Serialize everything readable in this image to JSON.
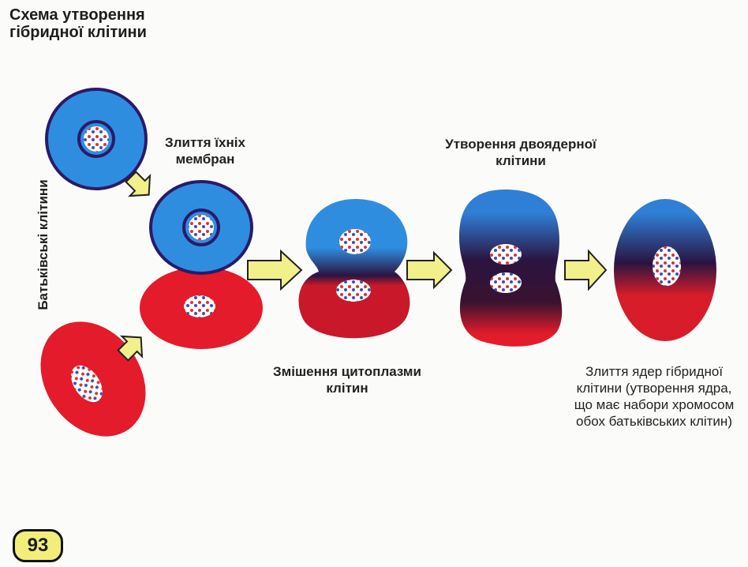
{
  "title": "Схема утворення гібридної клітини",
  "labels": {
    "parent_cells": "Батьківські клітини",
    "membrane_fusion": "Злиття їхніх мембран",
    "binuclear": "Утворення двоядерної клітини",
    "cytoplasm_mixing": "Змішення цитоплазми клітин",
    "nuclei_fusion": "Злиття ядер гібридної клітини (утворення ядра, що має набори хромосом обох батьківських клітин)"
  },
  "page_number": "93",
  "colors": {
    "blue": "#2f8de0",
    "red": "#e41b2a",
    "dark": "#2a1440",
    "arrow": "#f1f08a"
  }
}
